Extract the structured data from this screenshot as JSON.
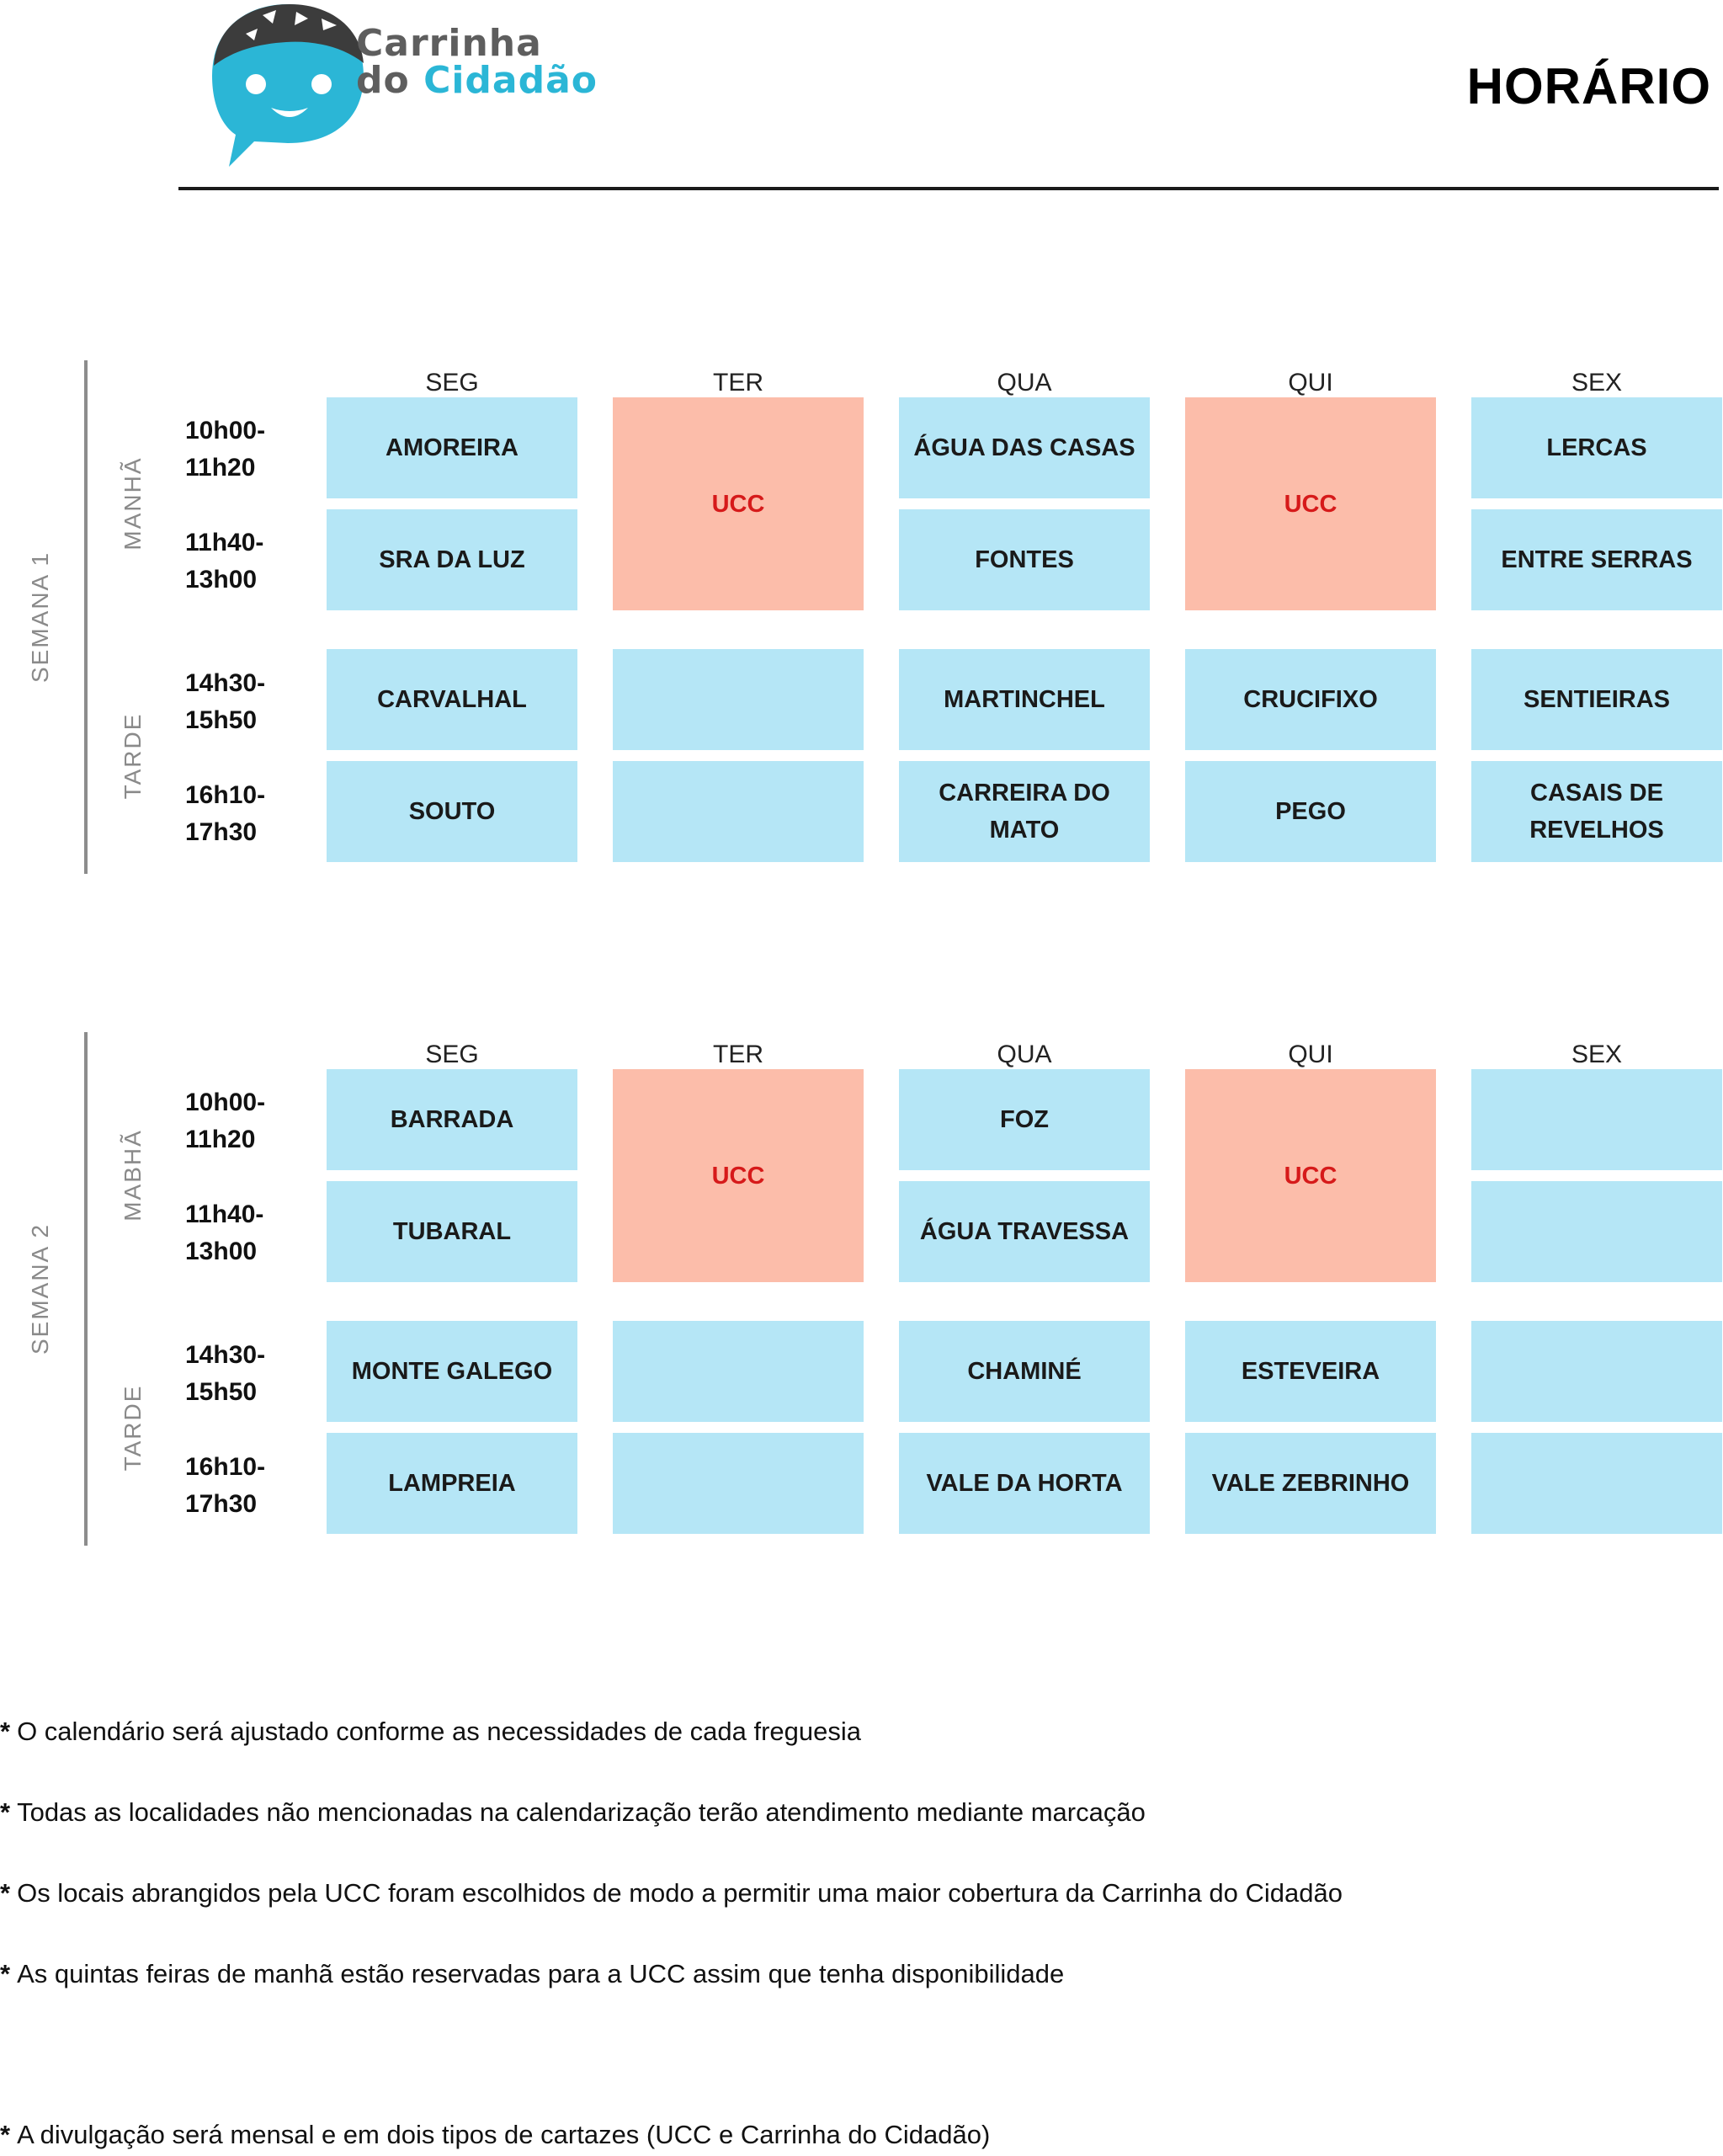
{
  "header": {
    "logo_line1": "Carrinha",
    "logo_line2_a": "do",
    "logo_line2_b": "Cidadão",
    "title": "HORÁRIO"
  },
  "days": [
    "SEG",
    "TER",
    "QUA",
    "QUI",
    "SEX"
  ],
  "periods": {
    "morning_week1": "MANHÃ",
    "morning_week2": "MABHÃ",
    "afternoon": "TARDE"
  },
  "times": [
    [
      "10h00-",
      "11h20"
    ],
    [
      "11h40-",
      "13h00"
    ],
    [
      "14h30-",
      "15h50"
    ],
    [
      "16h10-",
      "17h30"
    ]
  ],
  "weeks": [
    {
      "label": "SEMANA 1",
      "ucc": "UCC",
      "cells": {
        "seg": [
          "AMOREIRA",
          "SRA DA LUZ",
          "CARVALHAL",
          "SOUTO"
        ],
        "ter": [
          "",
          ""
        ],
        "qua": [
          "ÁGUA DAS CASAS",
          "FONTES",
          "MARTINCHEL",
          "CARREIRA DO MATO"
        ],
        "qui": [
          "CRUCIFIXO",
          "PEGO"
        ],
        "sex": [
          "LERCAS",
          "ENTRE SERRAS",
          "SENTIEIRAS",
          "CASAIS DE REVELHOS"
        ]
      }
    },
    {
      "label": "SEMANA 2",
      "ucc": "UCC",
      "cells": {
        "seg": [
          "BARRADA",
          "TUBARAL",
          "MONTE GALEGO",
          "LAMPREIA"
        ],
        "ter": [
          "",
          ""
        ],
        "qua": [
          "FOZ",
          "ÁGUA TRAVESSA",
          "CHAMINÉ",
          "VALE DA HORTA"
        ],
        "qui": [
          "ESTEVEIRA",
          "VALE ZEBRINHO"
        ],
        "sex": [
          "",
          "",
          "",
          ""
        ]
      }
    }
  ],
  "notes": [
    "O calendário será ajustado conforme as necessidades de cada freguesia",
    "Todas as localidades não mencionadas na calendarização terão atendimento mediante marcação",
    "Os locais abrangidos pela UCC foram escolhidos de modo a permitir uma maior cobertura da Carrinha do Cidadão",
    "As quintas feiras de manhã estão reservadas para a UCC assim que tenha disponibilidade",
    "A divulgação será mensal e em dois tipos de cartazes (UCC e Carrinha do Cidadão)"
  ],
  "note_marker": "*",
  "colors": {
    "cell": "#b5e6f6",
    "ucc_cell": "#fcbdaa",
    "ucc_text": "#d61a1a",
    "brand": "#2bb6d6"
  },
  "icons": {
    "logo": "smiling-speech-bubble-icon"
  }
}
